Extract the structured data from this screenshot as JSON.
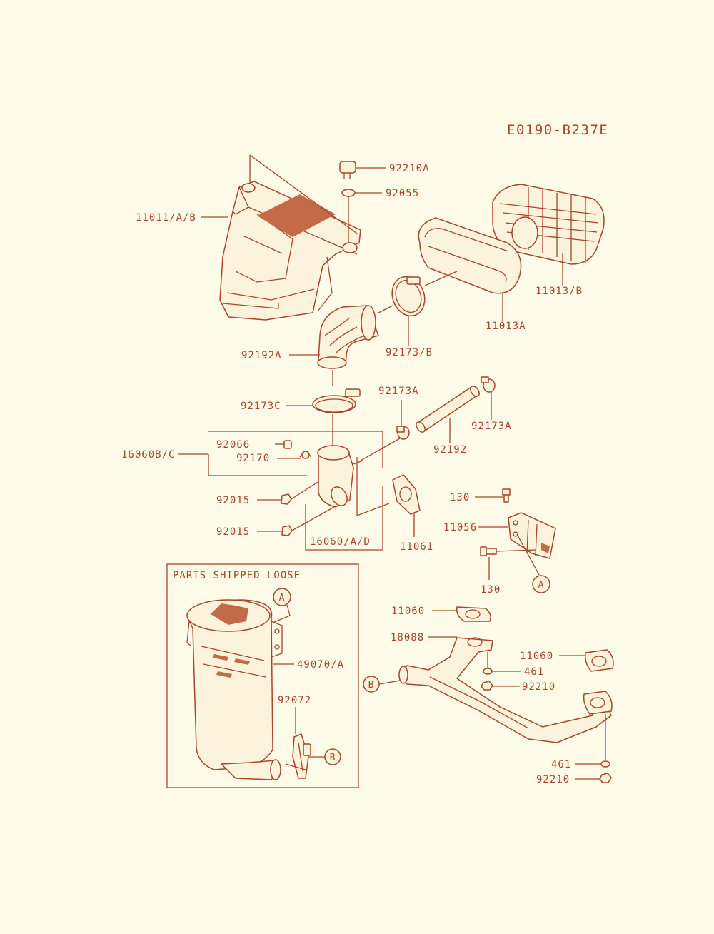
{
  "diagram_code": "E0190-B237E",
  "box_label": "PARTS SHIPPED LOOSE",
  "labels": {
    "air_cleaner_housing": "11011/A/B",
    "plug_92210a": "92210A",
    "washer_92055": "92055",
    "filter_element": "11013/B",
    "pre_cleaner": "11013A",
    "clamp_92173b": "92173/B",
    "elbow_hose": "92192A",
    "clamp_92173c": "92173C",
    "clamp_92173a_left": "92173A",
    "clamp_92173a_right": "92173A",
    "hose_92192": "92192",
    "housing_assy": "16060B/C",
    "pipe_92066": "92066",
    "fitting_92170": "92170",
    "nut_92015_upper": "92015",
    "nut_92015_lower": "92015",
    "body_16060": "16060/A/D",
    "gasket_11061": "11061",
    "bolt_130_top": "130",
    "bracket_11056": "11056",
    "bolt_130_bottom": "130",
    "gasket_11060_upper": "11060",
    "pipe_18088": "18088",
    "gasket_11060_right": "11060",
    "washer_461_upper": "461",
    "nut_92210_upper": "92210",
    "washer_461_lower": "461",
    "nut_92210_lower": "92210",
    "muffler": "49070/A",
    "clamp_92072": "92072"
  },
  "callouts": {
    "a_top": "A",
    "a_bottom": "A",
    "b_pipe": "B",
    "b_muffler": "B"
  }
}
